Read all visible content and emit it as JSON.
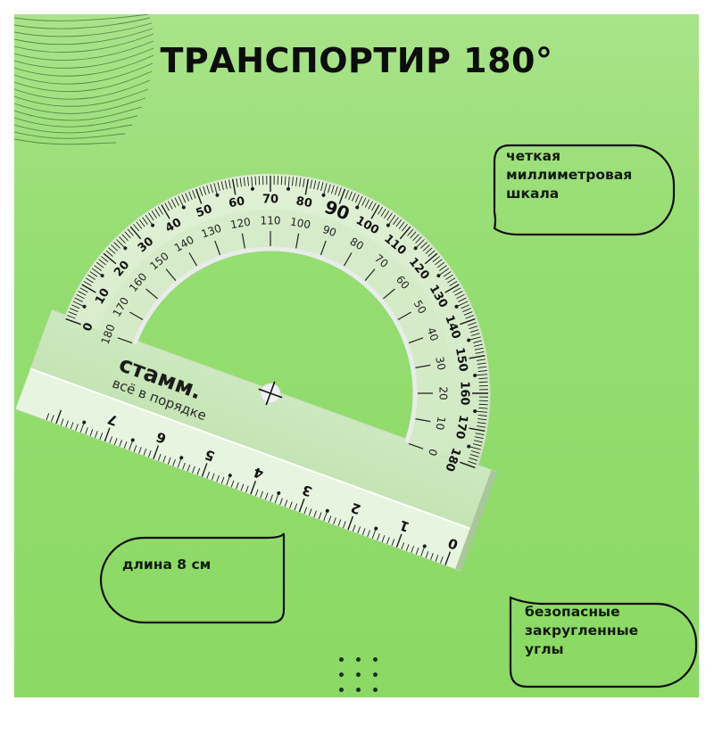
{
  "title": "ТРАНСПОРТИР 180°",
  "callouts": {
    "scale": {
      "lines": [
        "четкая",
        "миллиметровая",
        "шкала"
      ]
    },
    "length": {
      "text": "длина 8 см"
    },
    "corners": {
      "lines": [
        "безопасные",
        "закругленные",
        "углы"
      ]
    }
  },
  "product": {
    "brand": "стамм.",
    "slogan": "всё в порядке",
    "outer_scale_labels": [
      "0",
      "10",
      "20",
      "30",
      "40",
      "50",
      "60",
      "70",
      "80",
      "90",
      "100",
      "110",
      "120",
      "130",
      "140",
      "150",
      "160",
      "170",
      "180"
    ],
    "inner_scale_labels": [
      "180",
      "170",
      "160",
      "150",
      "140",
      "130",
      "120",
      "110",
      "100",
      "90",
      "80",
      "70",
      "60",
      "50",
      "40",
      "30",
      "20",
      "10",
      "0"
    ],
    "ruler_labels": [
      "0",
      "1",
      "2",
      "3",
      "4",
      "5",
      "6",
      "7"
    ]
  },
  "colors": {
    "background": "#8bd964",
    "background_top": "#a9e38a",
    "ink": "#0d0d0d",
    "protractor": "#dbeed0"
  }
}
